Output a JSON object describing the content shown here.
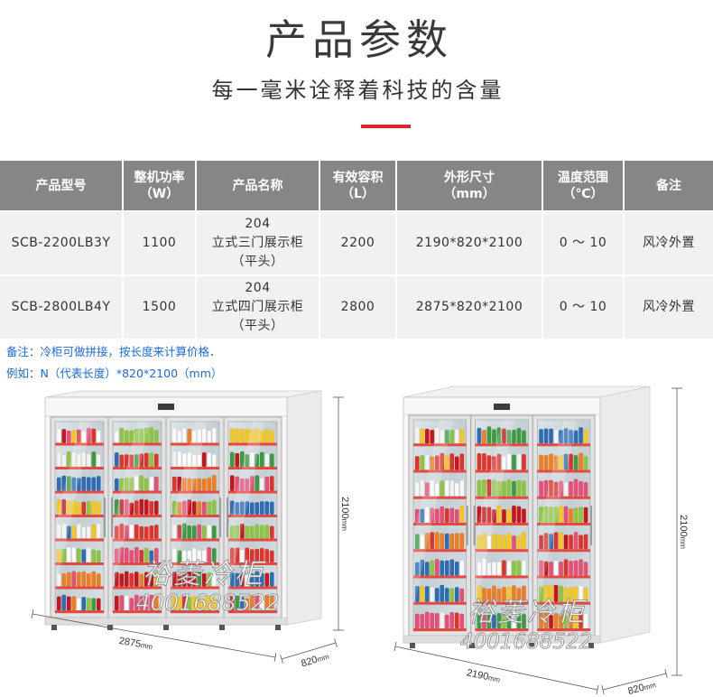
{
  "header": {
    "title": "产品参数",
    "subtitle": "每一毫米诠释着科技的含量"
  },
  "table": {
    "columns": [
      {
        "label": "产品型号"
      },
      {
        "label": "整机功率",
        "unit": "（W）"
      },
      {
        "label": "产品名称"
      },
      {
        "label": "有效容积",
        "unit": "（L）"
      },
      {
        "label": "外形尺寸",
        "unit": "（mm）"
      },
      {
        "label": "温度范围",
        "unit": "（℃）"
      },
      {
        "label": "备注"
      }
    ],
    "rows": [
      {
        "model": "SCB-2200LB3Y",
        "power": "1100",
        "name": [
          "204",
          "立式三门展示柜",
          "（平头）"
        ],
        "volume": "2200",
        "size": "2190*820*2100",
        "temp_range": "0 ～ 10",
        "note": "风冷外置"
      },
      {
        "model": "SCB-2800LB4Y",
        "power": "1500",
        "name": [
          "204",
          "立式四门展示柜",
          "（平头）"
        ],
        "volume": "2800",
        "size": "2875*820*2100",
        "temp_range": "0 ～ 10",
        "note": "风冷外置"
      }
    ]
  },
  "notes": [
    "备注：冷柜可做拼接，按长度来计算价格．",
    "例如：N（代表长度）*820*2100（mm）"
  ],
  "products": [
    {
      "doors": 4,
      "height": "2100",
      "width": "2875",
      "depth": "820",
      "unit": "mm"
    },
    {
      "doors": 3,
      "height": "2100",
      "width": "2190",
      "depth": "820",
      "unit": "mm"
    }
  ],
  "watermark": {
    "brand": "裕菱冷柜",
    "phone": "4001688522"
  },
  "colors": {
    "accent": "#d9272e",
    "table_header": "#868686",
    "table_row": "#f1f1f1",
    "notes": "#1c6bd3"
  }
}
